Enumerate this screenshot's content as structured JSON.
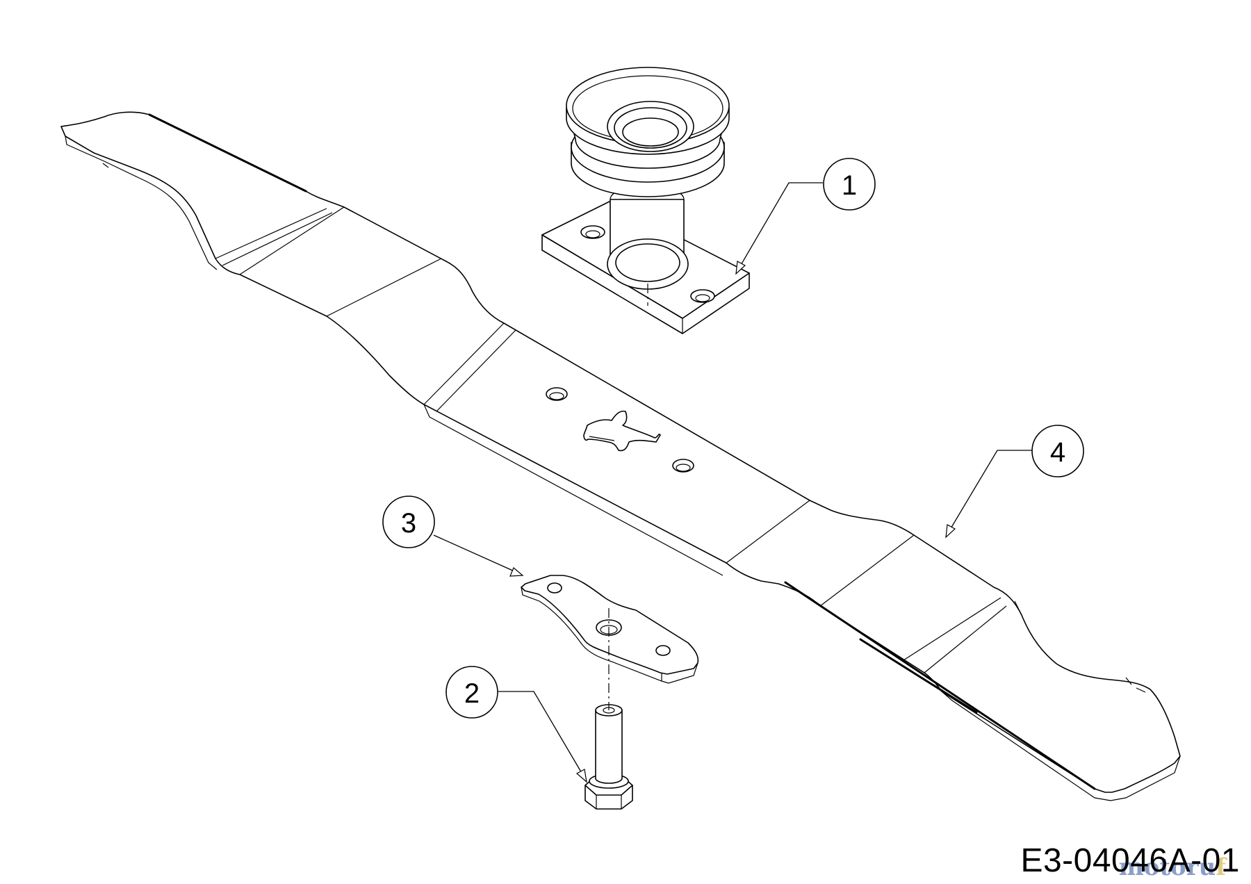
{
  "diagram": {
    "code": "E3-04046A-01",
    "watermark": "motoruf",
    "callouts": [
      {
        "number": "1",
        "part": "blade-holder-with-pulley"
      },
      {
        "number": "2",
        "part": "blade-bolt"
      },
      {
        "number": "3",
        "part": "blade-washer-plate"
      },
      {
        "number": "4",
        "part": "mower-blade"
      }
    ]
  }
}
